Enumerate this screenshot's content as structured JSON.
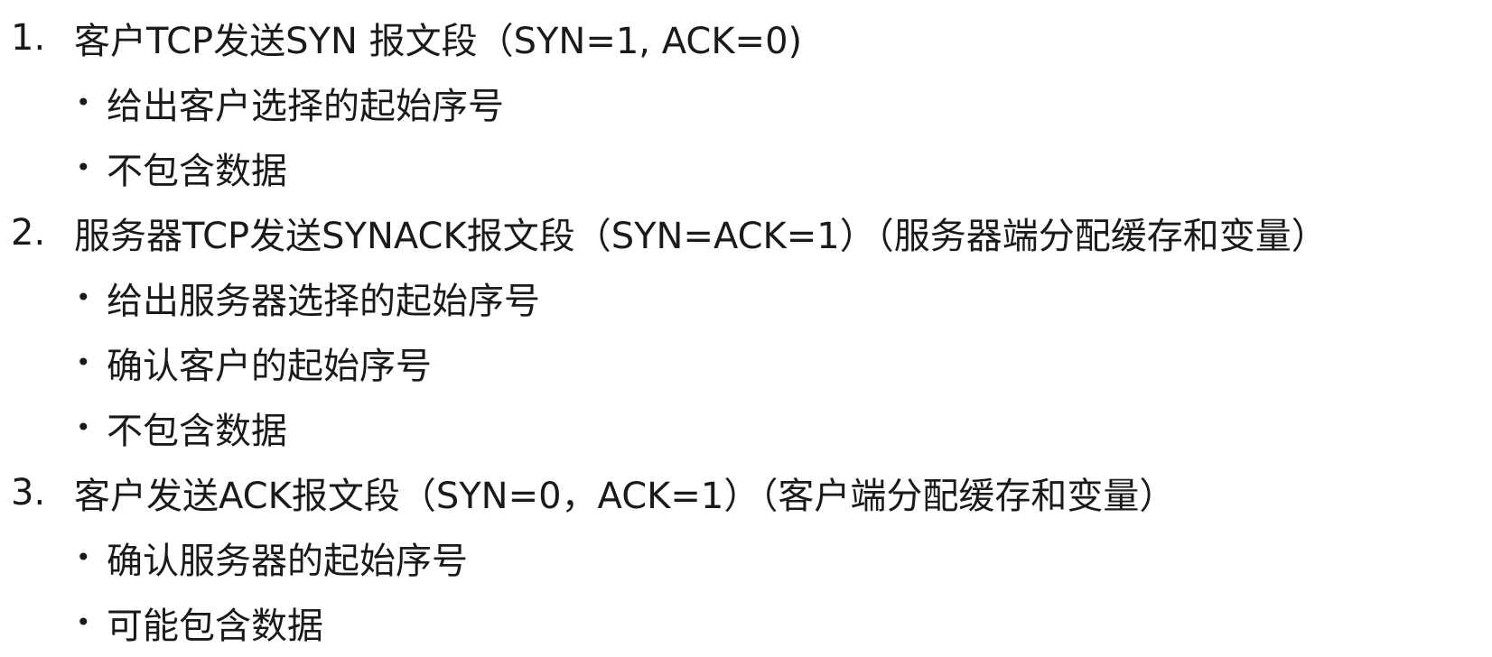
{
  "steps": [
    {
      "number": "1.",
      "text": "客户TCP发送SYN 报文段（SYN=1, ACK=0)",
      "bullets": [
        "给出客户选择的起始序号",
        "不包含数据"
      ]
    },
    {
      "number": "2.",
      "text": "服务器TCP发送SYNACK报文段（SYN=ACK=1）（服务器端分配缓存和变量）",
      "bullets": [
        "给出服务器选择的起始序号",
        "确认客户的起始序号",
        "不包含数据"
      ]
    },
    {
      "number": "3.",
      "text": "客户发送ACK报文段（SYN=0，ACK=1）（客户端分配缓存和变量）",
      "bullets": [
        "确认服务器的起始序号",
        "可能包含数据"
      ]
    }
  ],
  "bullet_glyph": "•"
}
